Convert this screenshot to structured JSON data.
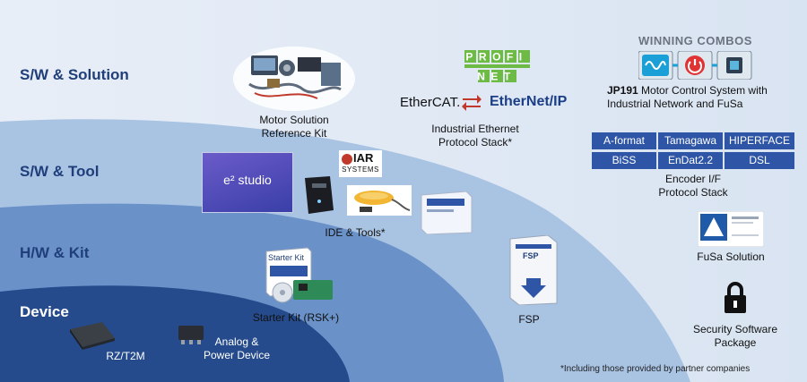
{
  "layers": {
    "sw_solution": "S/W & Solution",
    "sw_tool": "S/W & Tool",
    "hw_kit": "H/W & Kit",
    "device": "Device"
  },
  "items": {
    "motor_solution": "Motor Solution\nReference Kit",
    "industrial_ethernet": "Industrial Ethernet\nProtocol Stack*",
    "ide_tools": "IDE & Tools*",
    "e2_studio": "e² studio",
    "starter_kit": "Starter Kit (RSK+)",
    "starter_box": "Starter Kit",
    "fsp": "FSP",
    "fsp_box": "FSP",
    "rz_t2m": "RZ/T2M",
    "analog_power": "Analog &\nPower Device",
    "encoder_caption": "Encoder I/F\nProtocol Stack",
    "fusa": "FuSa Solution",
    "security": "Security Software\nPackage"
  },
  "logos": {
    "profinet_top": "PROFI",
    "profinet_bottom": "NET",
    "ethercat": "EtherCAT.",
    "ethernet_ip": "EtherNet/IP",
    "iar_top": "IAR",
    "iar_bottom": "SYSTEMS"
  },
  "winning": {
    "title": "WINNING COMBOS",
    "desc_bold": "JP191",
    "desc_rest": " Motor Control System with",
    "desc_line2": "Industrial Network and FuSa"
  },
  "encoders": [
    "A-format",
    "Tamagawa",
    "HIPERFACE",
    "BiSS",
    "EnDat2.2",
    "DSL"
  ],
  "footnote": "*Including those provided by partner companies",
  "colors": {
    "top_band": "#dfe9f5",
    "band2": "#9ebbdf",
    "band3": "#5f88c3",
    "band4": "#274e8f",
    "encoder_cell": "#2f56a6",
    "label_text": "#1f3e7a"
  }
}
